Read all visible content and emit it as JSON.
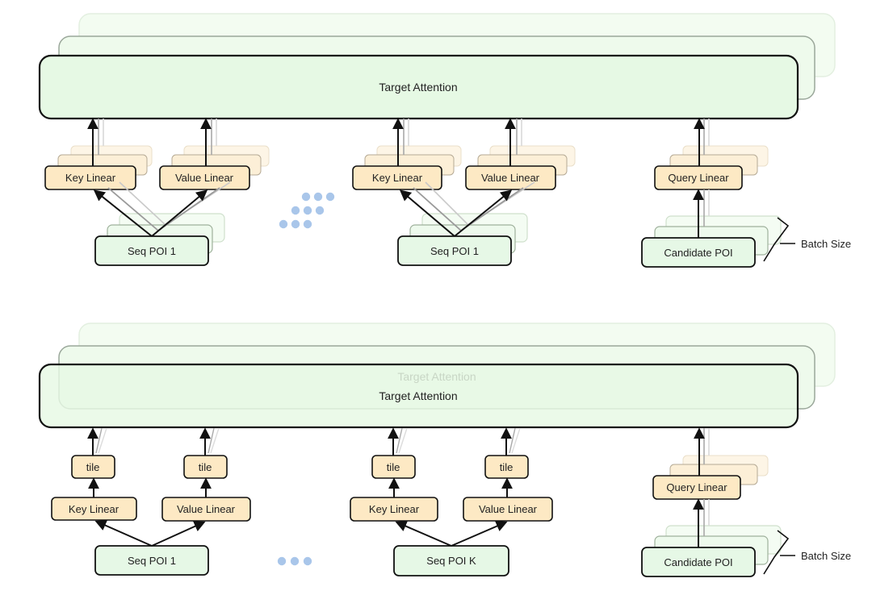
{
  "top_panel": {
    "attention_label": "Target Attention",
    "group_1": {
      "key_label": "Key Linear",
      "value_label": "Value Linear",
      "seq_label": "Seq POI 1"
    },
    "group_2": {
      "key_label": "Key Linear",
      "value_label": "Value Linear",
      "seq_label": "Seq POI 1"
    },
    "query_label": "Query Linear",
    "candidate_label": "Candidate POI",
    "batch_label": "Batch Size"
  },
  "bottom_panel": {
    "attention_label": "Target Attention",
    "attention_ghost_label": "Target Attention",
    "group_1": {
      "tile_key_label": "tile",
      "tile_value_label": "tile",
      "key_label": "Key Linear",
      "value_label": "Value Linear",
      "seq_label": "Seq POI 1"
    },
    "group_2": {
      "tile_key_label": "tile",
      "tile_value_label": "tile",
      "key_label": "Key Linear",
      "value_label": "Value Linear",
      "seq_label": "Seq POI K"
    },
    "query_label": "Query Linear",
    "candidate_label": "Candidate POI",
    "batch_label": "Batch Size"
  },
  "colors": {
    "attention_fill": "#e6f9e4",
    "seq_fill": "#e6f8e6",
    "linear_fill": "#fde9c4",
    "stroke": "#111111",
    "ellipsis_dots": "#a9c6ea"
  }
}
